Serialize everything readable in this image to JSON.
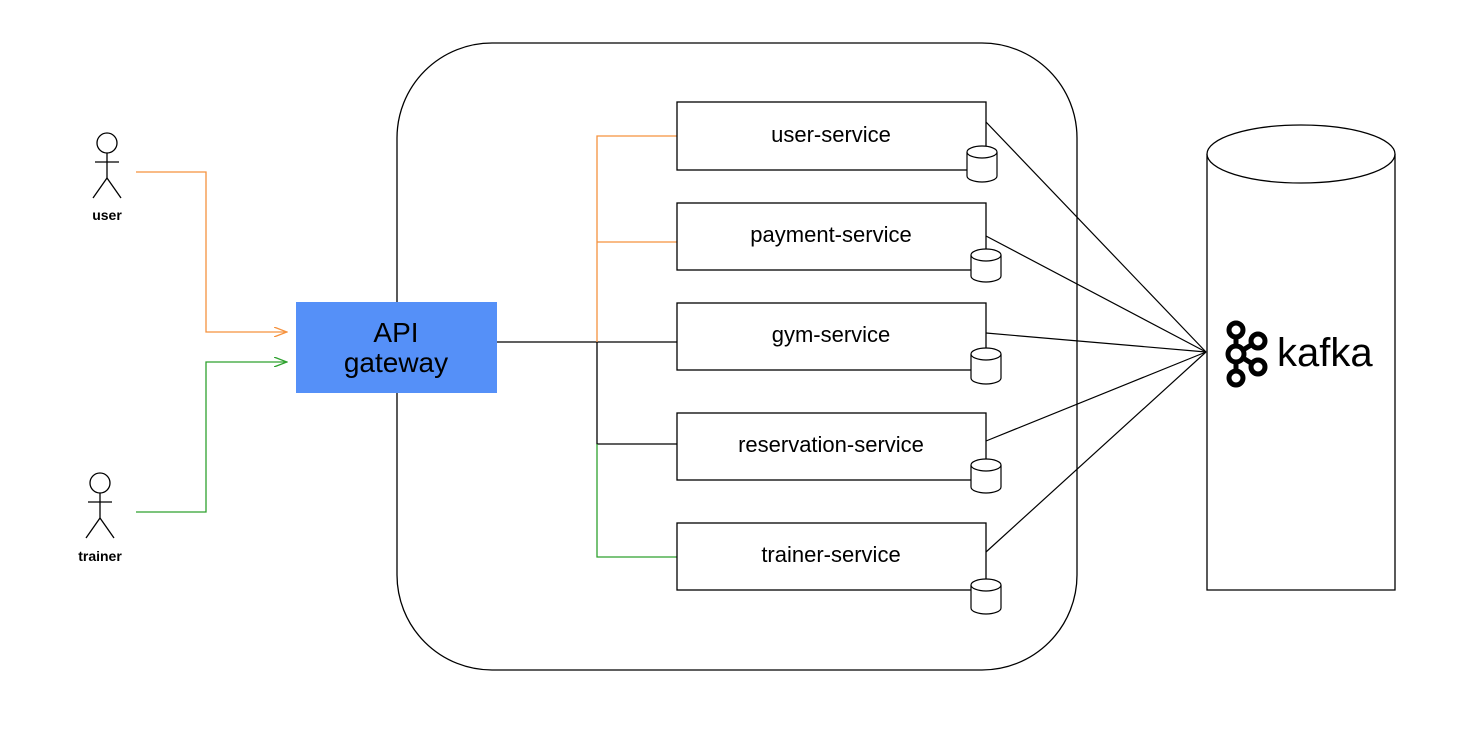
{
  "actors": [
    {
      "id": "user",
      "label": "user"
    },
    {
      "id": "trainer",
      "label": "trainer"
    }
  ],
  "gateway": {
    "line1": "API",
    "line2": "gateway",
    "color": "#5590f8"
  },
  "services": [
    {
      "label": "user-service"
    },
    {
      "label": "payment-service"
    },
    {
      "label": "gym-service"
    },
    {
      "label": "reservation-service"
    },
    {
      "label": "trainer-service"
    }
  ],
  "kafka": {
    "label": "kafka",
    "icon": "kafka-logo-icon"
  },
  "colors": {
    "user_flow": "#f5923e",
    "trainer_flow": "#2ea12e",
    "lines": "#000000"
  }
}
